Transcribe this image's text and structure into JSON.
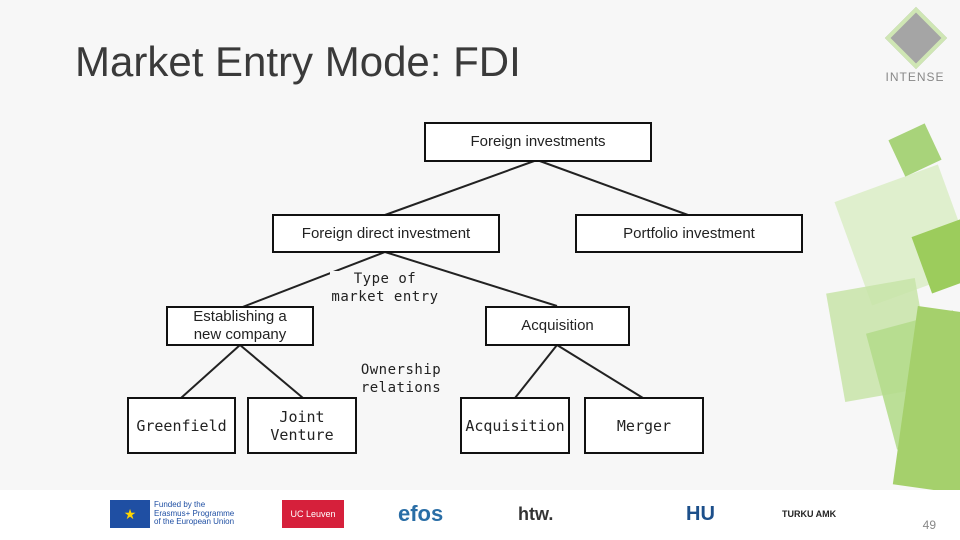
{
  "slide": {
    "title": "Market Entry Mode: FDI",
    "page_number": "49",
    "brand": "INTENSE"
  },
  "diagram": {
    "root": "Foreign investments",
    "level1_left": "Foreign direct investment",
    "level1_right": "Portfolio investment",
    "connector_type": "Type of market entry",
    "level2_left": "Establishing a new company",
    "level2_right": "Acquisition",
    "connector_ownership": "Ownership relations",
    "leaf_greenfield": "Greenfield",
    "leaf_joint": "Joint Venture",
    "leaf_acquisition": "Acquisition",
    "leaf_merger": "Merger"
  },
  "footer_logos": {
    "eu": "Funded by the Erasmus+ Programme of the European Union",
    "ucl": "UC Leuven",
    "efos": "efos",
    "htw": "htw.",
    "hu": "HU",
    "turku": "TURKU AMK"
  },
  "colors": {
    "green_light": "#d9ecc4",
    "green_mid": "#b4dc8c",
    "green_strong": "#9ccc5c"
  }
}
